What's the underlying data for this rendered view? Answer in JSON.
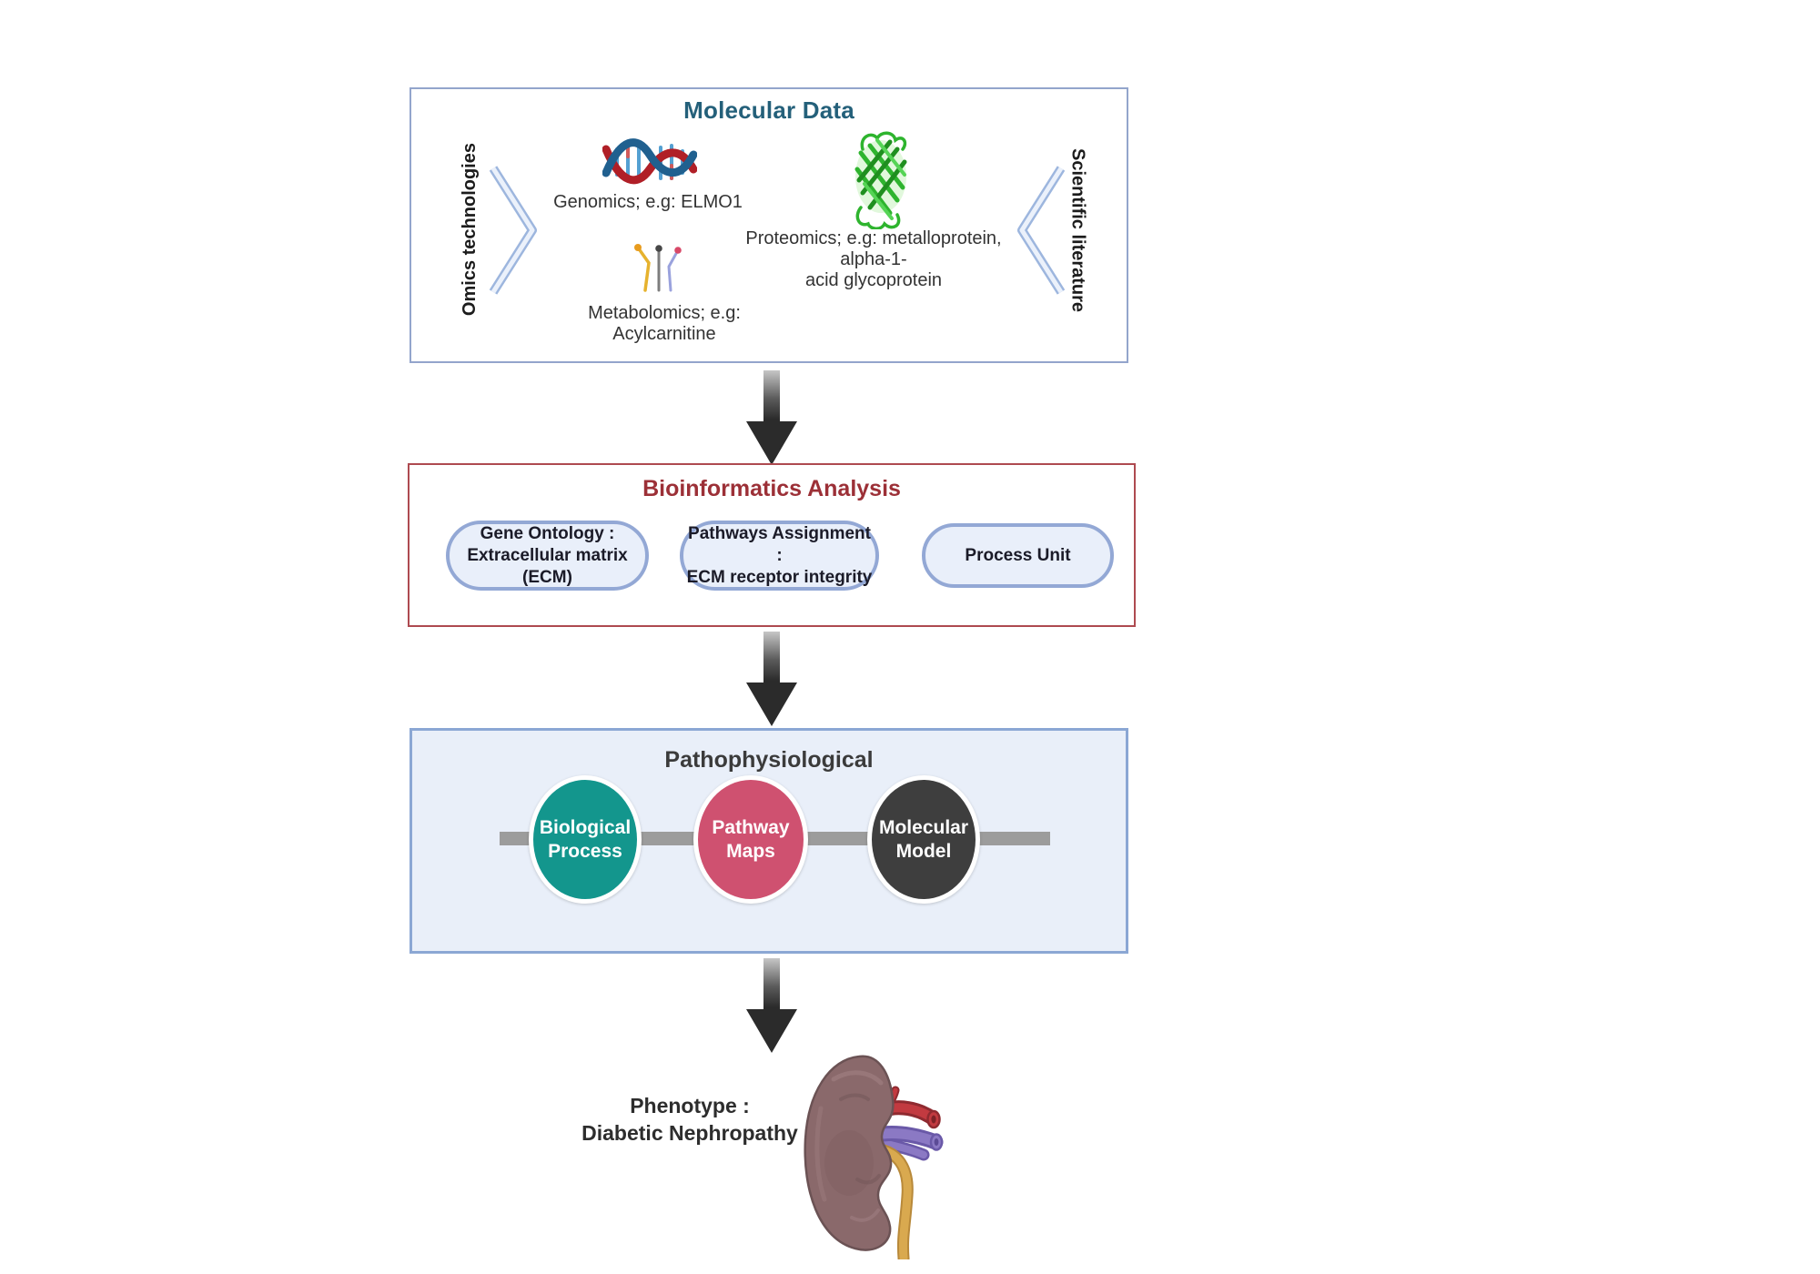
{
  "molecular_box": {
    "title": "Molecular Data",
    "left_label": "Omics technologies",
    "right_label": "Scientific literature",
    "genomics_caption": "Genomics; e.g: ELMO1",
    "proteomics_caption_line1": "Proteomics; e.g: metalloprotein, alpha-1-",
    "proteomics_caption_line2": "acid glycoprotein",
    "metabolomics_caption": "Metabolomics; e.g: Acylcarnitine",
    "icons": {
      "genomics": "dna-icon",
      "proteomics": "protein-ribbon-icon",
      "metabolomics": "metabolite-pins-icon",
      "left": "chevron-right-icon",
      "right": "chevron-left-icon"
    }
  },
  "bioinformatics_box": {
    "title": "Bioinformatics Analysis",
    "pills": [
      {
        "line1": "Gene Ontology :",
        "line2": "Extracellular matrix (ECM)"
      },
      {
        "line1": "Pathways Assignment :",
        "line2": "ECM receptor integrity"
      },
      {
        "line1": "Process Unit",
        "line2": ""
      }
    ]
  },
  "pathophysiological_box": {
    "title": "Pathophysiological",
    "circles": [
      {
        "line1": "Biological",
        "line2": "Process",
        "color": "#13968d"
      },
      {
        "line1": "Pathway",
        "line2": "Maps",
        "color": "#cf5170"
      },
      {
        "line1": "Molecular",
        "line2": "Model",
        "color": "#3e3e3e"
      }
    ]
  },
  "phenotype": {
    "line1": "Phenotype :",
    "line2": "Diabetic Nephropathy",
    "icon": "kidney-icon"
  },
  "colors": {
    "molecular_title": "#24607a",
    "molecular_box_border": "#93a5cc",
    "bioinformatics_title": "#9c3037",
    "bioinformatics_box_border": "#ae4a50",
    "patho_title": "#3b3b3b",
    "patho_box_border": "#8ba7d4",
    "patho_box_fill": "#e9eff9",
    "pill_fill": "#e9effa",
    "pill_border": "#93a8d5",
    "circle_teal": "#13968d",
    "circle_pink": "#cf5170",
    "circle_dark": "#3e3e3e",
    "connector_gray": "#9c9c9c",
    "arrow": "#2b2b2b"
  }
}
